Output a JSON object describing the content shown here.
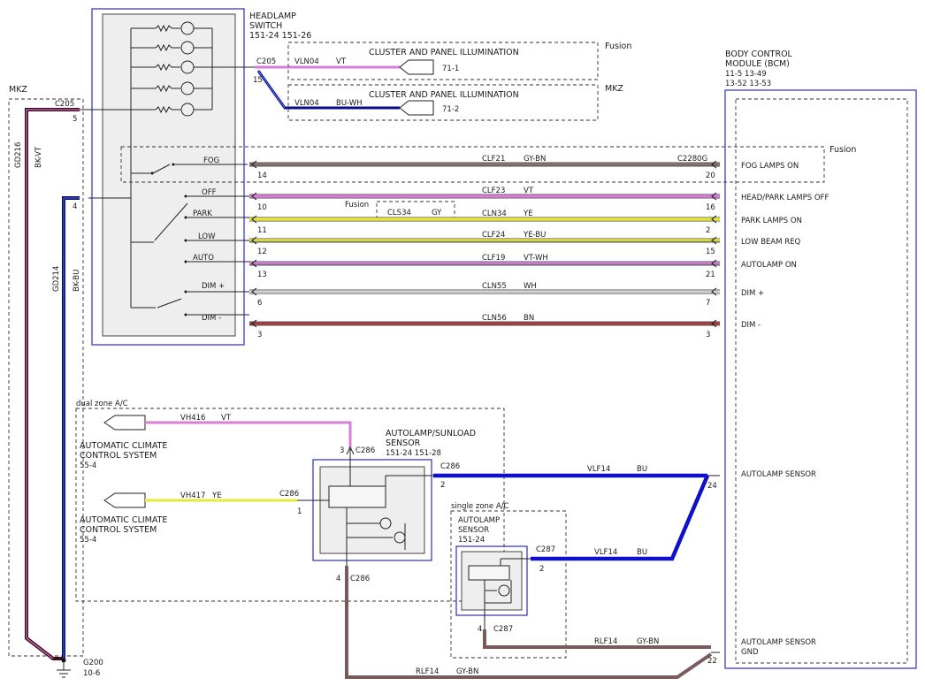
{
  "headlamp_switch": {
    "title": "HEADLAMP",
    "title2": "SWITCH",
    "refs": "151-24  151-26",
    "positions": [
      "FOG",
      "OFF",
      "PARK",
      "LOW",
      "AUTO",
      "DIM +",
      "DIM -"
    ]
  },
  "bcm": {
    "title": "BODY CONTROL",
    "title2": "MODULE (BCM)",
    "refs1": "11-5       13-49",
    "refs2": "13-52     13-53"
  },
  "illumination": [
    {
      "connector": "C205",
      "pin": "15",
      "circuit": "VLN04",
      "color": "VT",
      "label": "CLUSTER AND PANEL ILLUMINATION",
      "ref": "71-1",
      "variant": "Fusion"
    },
    {
      "circuit": "VLN04",
      "color": "BU-WH",
      "label": "CLUSTER AND PANEL ILLUMINATION",
      "ref": "71-2",
      "variant": "MKZ"
    }
  ],
  "circuits": [
    {
      "name": "CLF21",
      "color": "GY-BN",
      "pin_switch": "14",
      "pin_bcm": "20",
      "bcm_label": "FOG LAMPS ON",
      "bcm_connector": "C2280G",
      "wire": "#8a7070"
    },
    {
      "name": "CLF23",
      "color": "VT",
      "pin_switch": "10",
      "pin_bcm": "16",
      "bcm_label": "HEAD/PARK LAMPS OFF",
      "bcm_connector": "",
      "wire": "#d67fd6"
    },
    {
      "name": "CLN34",
      "color": "YE",
      "pin_switch": "11",
      "pin_bcm": "2",
      "bcm_label": "PARK LAMPS ON",
      "bcm_connector": "",
      "wire": "#e8e83a"
    },
    {
      "name": "CLF24",
      "color": "YE-BU",
      "pin_switch": "12",
      "pin_bcm": "15",
      "bcm_label": "LOW BEAM REQ",
      "bcm_connector": "",
      "wire": "#e8e83a"
    },
    {
      "name": "CLF19",
      "color": "VT-WH",
      "pin_switch": "13",
      "pin_bcm": "21",
      "bcm_label": "AUTOLAMP ON",
      "bcm_connector": "",
      "wire": "#d67fd6"
    },
    {
      "name": "CLN55",
      "color": "WH",
      "pin_switch": "6",
      "pin_bcm": "7",
      "bcm_label": "DIM +",
      "bcm_connector": "",
      "wire": "#cfcfcf"
    },
    {
      "name": "CLN56",
      "color": "BN",
      "pin_switch": "3",
      "pin_bcm": "3",
      "bcm_label": "DIM -",
      "bcm_connector": "",
      "wire": "#a04040"
    }
  ],
  "variants": {
    "fusion": "Fusion",
    "mkz": "MKZ"
  },
  "cls34": {
    "name": "CLS34",
    "color": "GY",
    "variant": "Fusion"
  },
  "grounds": {
    "connector": "C205",
    "pin_top": "5",
    "pin_mid": "4",
    "gd216": "GD216",
    "gd216_color": "BK-VT",
    "gd214": "GD214",
    "gd214_color": "BK-BU",
    "ground": "G200",
    "ground_ref": "10-6"
  },
  "dual_zone": {
    "label": "dual zone A/C",
    "sensor_title": "AUTOLAMP/SUNLOAD",
    "sensor_title2": "SENSOR",
    "sensor_refs": "151-24  151-28",
    "acs1_title": "AUTOMATIC CLIMATE",
    "acs1_title2": "CONTROL SYSTEM",
    "acs1_ref": "55-4",
    "acs2_title": "AUTOMATIC CLIMATE",
    "acs2_title2": "CONTROL SYSTEM",
    "acs2_ref": "55-4",
    "vh416": "VH416",
    "vh416_color": "VT",
    "vh417": "VH417",
    "vh417_color": "YE",
    "c286": "C286",
    "pin3": "3",
    "pin1": "1",
    "pin2": "2",
    "pin4": "4"
  },
  "single_zone": {
    "label": "single zone A/C",
    "sensor_title": "AUTOLAMP",
    "sensor_title2": "SENSOR",
    "sensor_ref": "151-24",
    "c287": "C287",
    "pin2": "2",
    "pin4": "4"
  },
  "sensor_wires": {
    "vlf14": "VLF14",
    "vlf14_color": "BU",
    "bcm_pin": "24",
    "bcm_label": "AUTOLAMP SENSOR",
    "rlf14": "RLF14",
    "rlf14_color": "GY-BN",
    "gnd_pin": "22",
    "gnd_label": "AUTOLAMP SENSOR",
    "gnd_label2": "GND"
  }
}
